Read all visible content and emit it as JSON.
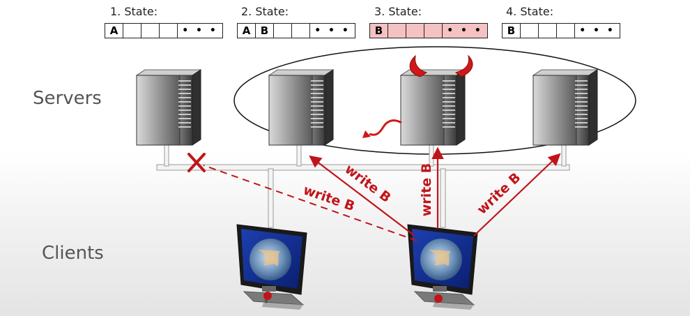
{
  "states": [
    {
      "label": "1. State:",
      "cells": [
        "A",
        "",
        "",
        ""
      ],
      "dots": "• • •",
      "highlight": false
    },
    {
      "label": "2. State:",
      "cells": [
        "A",
        "B",
        "",
        ""
      ],
      "dots": "• • •",
      "highlight": false
    },
    {
      "label": "3. State:",
      "cells": [
        "B",
        "",
        "",
        ""
      ],
      "dots": "• • •",
      "highlight": true
    },
    {
      "label": "4. State:",
      "cells": [
        "B",
        "",
        "",
        ""
      ],
      "dots": "• • •",
      "highlight": false
    }
  ],
  "rows": {
    "servers": "Servers",
    "clients": "Clients"
  },
  "arrows": {
    "failed": "write B",
    "server2": "write B",
    "server3": "write B",
    "server4": "write B"
  },
  "colors": {
    "arrow": "#c0141a",
    "highlight_fill": "#f4c2c2"
  }
}
